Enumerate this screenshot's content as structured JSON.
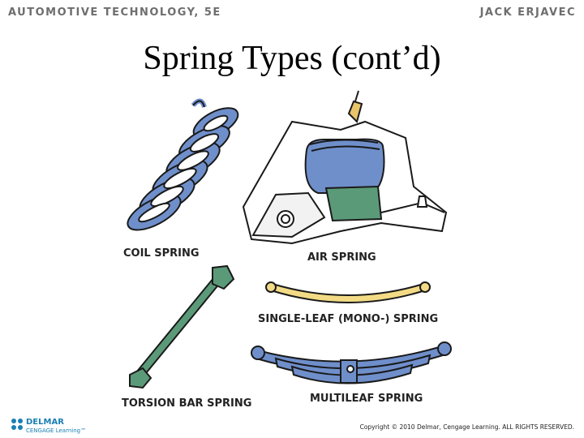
{
  "header": {
    "book_title": "AUTOMOTIVE TECHNOLOGY, 5E",
    "author": "JACK ERJAVEC"
  },
  "slide": {
    "title": "Spring Types (cont’d)"
  },
  "labels": {
    "coil_spring": "COIL SPRING",
    "air_spring": "AIR SPRING",
    "single_leaf_spring": "SINGLE-LEAF (MONO-) SPRING",
    "torsion_bar_spring": "TORSION BAR SPRING",
    "multileaf_spring": "MULTILEAF SPRING"
  },
  "footer": {
    "logo_name": "DELMAR",
    "logo_sub": "CENGAGE Learning™",
    "copyright": "Copyright © 2010 Delmar, Cengage Learning. ALL RIGHTS RESERVED."
  },
  "colors": {
    "spring_blue": "#6f8fcb",
    "outline": "#1a1a1a",
    "green": "#5b9a78",
    "yellow": "#f3db86",
    "header_gray": "#6e6e6e"
  }
}
